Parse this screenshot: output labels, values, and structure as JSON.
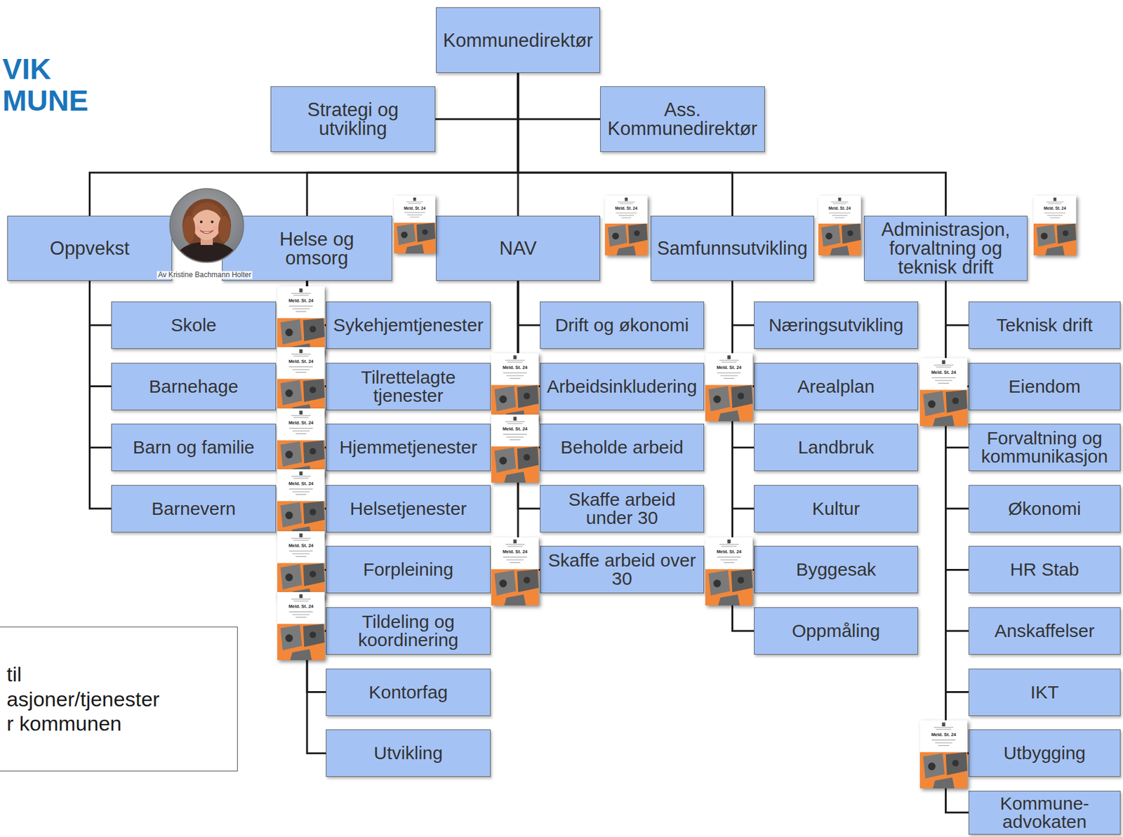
{
  "diagram": {
    "nodes": [
      {
        "text": [
          "Kommunedirektør"
        ]
      },
      {
        "text": [
          "Strategi og utvikling"
        ]
      },
      {
        "text": [
          "Ass. Kommunedirektør"
        ]
      },
      {
        "text": [
          "Oppvekst"
        ]
      },
      {
        "text": [
          "Helse og omsorg"
        ]
      },
      {
        "text": [
          "NAV"
        ]
      },
      {
        "text": [
          "Samfunnsutvikling"
        ]
      },
      {
        "text": [
          "Administrasjon, forvaltning og teknisk drift"
        ]
      },
      {
        "text": [
          "Skole"
        ]
      },
      {
        "text": [
          "Barnehage"
        ]
      },
      {
        "text": [
          "Barn og familie"
        ]
      },
      {
        "text": [
          "Barnevern"
        ]
      },
      {
        "text": [
          "Sykehjemtjenester"
        ]
      },
      {
        "text": [
          "Tilrettelagte tjenester"
        ]
      },
      {
        "text": [
          "Hjemmetjenester"
        ]
      },
      {
        "text": [
          "Helsetjenester"
        ]
      },
      {
        "text": [
          "Forpleining"
        ]
      },
      {
        "text": [
          "Tildeling og koordinering"
        ]
      },
      {
        "text": [
          "Kontorfag"
        ]
      },
      {
        "text": [
          "Utvikling"
        ]
      },
      {
        "text": [
          "Drift og økonomi"
        ]
      },
      {
        "text": [
          "Arbeidsinkludering"
        ]
      },
      {
        "text": [
          "Beholde arbeid"
        ]
      },
      {
        "text": [
          "Skaffe arbeid under 30"
        ]
      },
      {
        "text": [
          "Skaffe arbeid over 30"
        ]
      },
      {
        "text": [
          "Næringsutvikling"
        ]
      },
      {
        "text": [
          "Arealplan"
        ]
      },
      {
        "text": [
          "Landbruk"
        ]
      },
      {
        "text": [
          "Kultur"
        ]
      },
      {
        "text": [
          "Byggesak"
        ]
      },
      {
        "text": [
          "Oppmåling"
        ]
      },
      {
        "text": [
          "Teknisk drift"
        ]
      },
      {
        "text": [
          "Eiendom"
        ]
      },
      {
        "text": [
          "Forvaltning og kommunikasjon"
        ]
      },
      {
        "text": [
          "Økonomi"
        ]
      },
      {
        "text": [
          "HR Stab"
        ]
      },
      {
        "text": [
          "Anskaffelser"
        ]
      },
      {
        "text": [
          "IKT"
        ]
      },
      {
        "text": [
          "Utbygging"
        ]
      },
      {
        "text": [
          "Kommune- advokaten"
        ]
      },
      {
        "text": [
          "til asjoner/tjenester r kommunen"
        ]
      }
    ],
    "edges": [
      {
        "from": 0,
        "to": 1,
        "arrow": "none"
      },
      {
        "from": 0,
        "to": 2,
        "arrow": "none"
      },
      {
        "from": 0,
        "to": 3,
        "arrow": "none"
      },
      {
        "from": 0,
        "to": 4,
        "arrow": "none"
      },
      {
        "from": 0,
        "to": 5,
        "arrow": "none"
      },
      {
        "from": 0,
        "to": 6,
        "arrow": "none"
      },
      {
        "from": 0,
        "to": 7,
        "arrow": "none"
      },
      {
        "from": 3,
        "to": 8,
        "arrow": "none"
      },
      {
        "from": 3,
        "to": 9,
        "arrow": "none"
      },
      {
        "from": 3,
        "to": 10,
        "arrow": "none"
      },
      {
        "from": 3,
        "to": 11,
        "arrow": "none"
      },
      {
        "from": 4,
        "to": 12,
        "arrow": "none"
      },
      {
        "from": 4,
        "to": 13,
        "arrow": "none"
      },
      {
        "from": 4,
        "to": 14,
        "arrow": "none"
      },
      {
        "from": 4,
        "to": 15,
        "arrow": "none"
      },
      {
        "from": 4,
        "to": 16,
        "arrow": "none"
      },
      {
        "from": 4,
        "to": 17,
        "arrow": "none"
      },
      {
        "from": 4,
        "to": 18,
        "arrow": "none"
      },
      {
        "from": 4,
        "to": 19,
        "arrow": "none"
      },
      {
        "from": 5,
        "to": 20,
        "arrow": "none"
      },
      {
        "from": 5,
        "to": 21,
        "arrow": "none"
      },
      {
        "from": 5,
        "to": 22,
        "arrow": "none"
      },
      {
        "from": 5,
        "to": 23,
        "arrow": "none"
      },
      {
        "from": 5,
        "to": 24,
        "arrow": "none"
      },
      {
        "from": 6,
        "to": 25,
        "arrow": "none"
      },
      {
        "from": 6,
        "to": 26,
        "arrow": "none"
      },
      {
        "from": 6,
        "to": 27,
        "arrow": "none"
      },
      {
        "from": 6,
        "to": 28,
        "arrow": "none"
      },
      {
        "from": 6,
        "to": 29,
        "arrow": "none"
      },
      {
        "from": 6,
        "to": 30,
        "arrow": "none"
      },
      {
        "from": 7,
        "to": 31,
        "arrow": "none"
      },
      {
        "from": 7,
        "to": 32,
        "arrow": "none"
      },
      {
        "from": 7,
        "to": 33,
        "arrow": "none"
      },
      {
        "from": 7,
        "to": 34,
        "arrow": "none"
      },
      {
        "from": 7,
        "to": 35,
        "arrow": "none"
      },
      {
        "from": 7,
        "to": 36,
        "arrow": "none"
      },
      {
        "from": 7,
        "to": 37,
        "arrow": "none"
      },
      {
        "from": 7,
        "to": 38,
        "arrow": "none"
      },
      {
        "from": 7,
        "to": 39,
        "arrow": "none"
      }
    ],
    "labels": [
      "VIK",
      "MUNE",
      "Av Kristine Bachmann Holter",
      "Meld. St. 24",
      "Meld. St. 24",
      "Meld. St. 24",
      "Meld. St. 24",
      "Meld. St. 24",
      "Meld. St. 24",
      "Meld. St. 24",
      "Meld. St. 24",
      "Meld. St. 24",
      "Meld. St. 24",
      "Meld. St. 24",
      "Meld. St. 24",
      "Meld. St. 24",
      "Meld. St. 24",
      "Meld. St. 24",
      "Meld. St. 24",
      "Meld. St. 24"
    ]
  }
}
